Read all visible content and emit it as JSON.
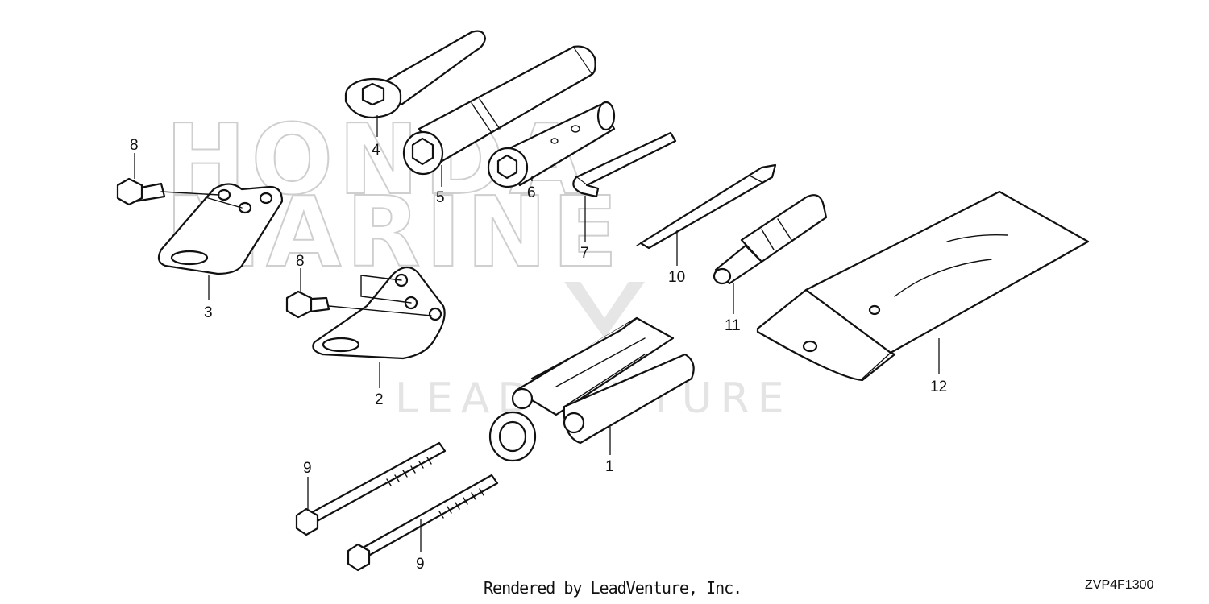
{
  "watermarks": {
    "line1": "HONDA",
    "line2": "MARINE",
    "brand": "LEADVENTURE"
  },
  "callouts": {
    "part_1": "1",
    "part_2": "2",
    "part_3": "3",
    "part_4": "4",
    "part_5": "5",
    "part_6": "6",
    "part_7": "7",
    "part_8a": "8",
    "part_8b": "8",
    "part_9a": "9",
    "part_9b": "9",
    "part_10": "10",
    "part_11": "11",
    "part_12": "12"
  },
  "footer": {
    "credit": "Rendered by LeadVenture, Inc.",
    "code": "ZVP4F1300"
  },
  "colors": {
    "line": "#111111",
    "watermark": "#cfcfcf"
  }
}
